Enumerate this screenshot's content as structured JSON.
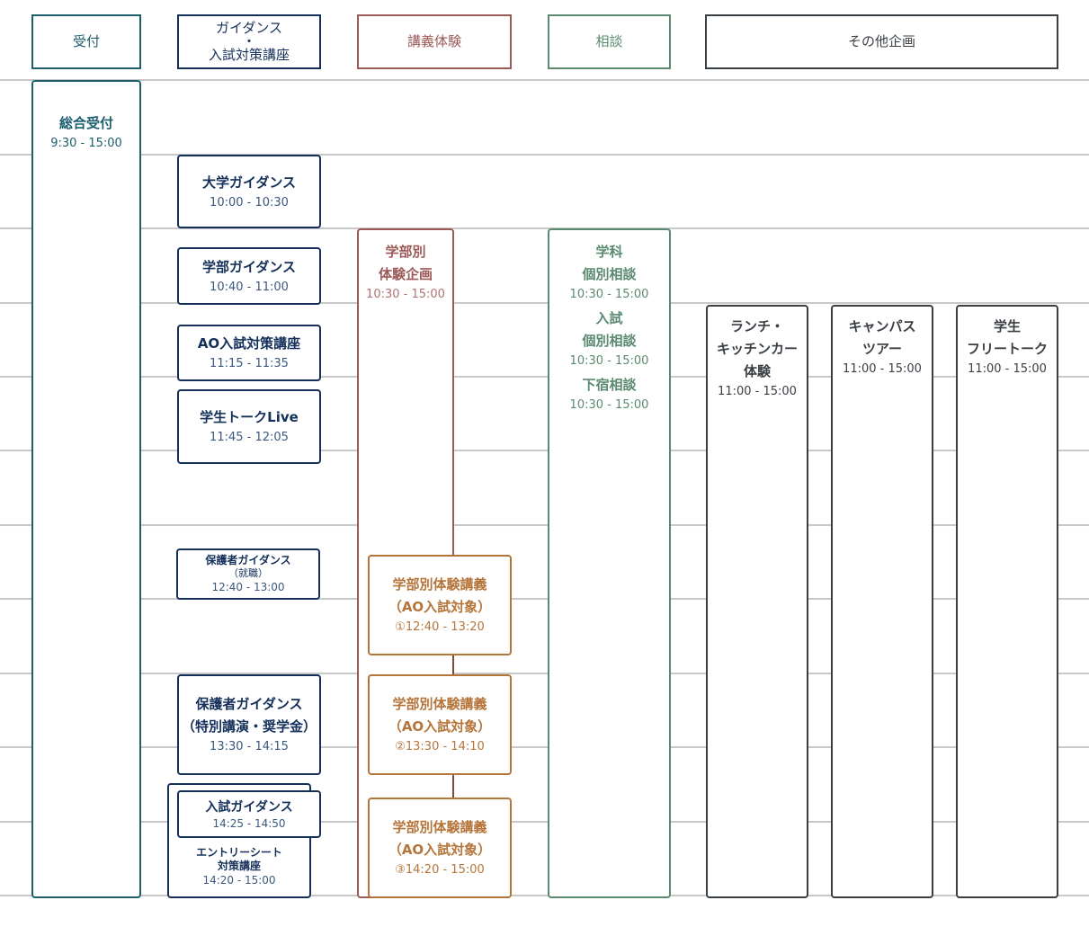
{
  "headers": {
    "reception": "受付",
    "guidance_line1": "ガイダンス",
    "guidance_line2": "・",
    "guidance_line3": "入試対策講座",
    "lecture": "講義体験",
    "consult": "相談",
    "other": "その他企画"
  },
  "reception": {
    "title": "総合受付",
    "time": "9:30 - 15:00"
  },
  "guidance": {
    "univ": {
      "title": "大学ガイダンス",
      "time": "10:00 - 10:30"
    },
    "faculty": {
      "title": "学部ガイダンス",
      "time": "10:40 - 11:00"
    },
    "ao": {
      "title": "AO入試対策講座",
      "time": "11:15 - 11:35"
    },
    "talk": {
      "title": "学生トークLive",
      "time": "11:45 - 12:05"
    },
    "parent_job": {
      "title": "保護者ガイダンス",
      "sub": "（就職）",
      "time": "12:40 - 13:00"
    },
    "parent_sp": {
      "title": "保護者ガイダンス",
      "sub": "（特別講演・奨学金）",
      "time": "13:30 - 14:15"
    },
    "entrance": {
      "title": "入試ガイダンス",
      "time": "14:25 - 14:50"
    },
    "entry_sheet": {
      "title1": "エントリーシート",
      "title2": "対策講座",
      "time": "14:20 - 15:00"
    }
  },
  "lecture": {
    "main": {
      "line1": "学部別",
      "line2": "体験企画",
      "time": "10:30 - 15:00"
    },
    "ao1": {
      "line1": "学部別体験講義",
      "line2": "（AO入試対象）",
      "time": "①12:40 - 13:20"
    },
    "ao2": {
      "line1": "学部別体験講義",
      "line2": "（AO入試対象）",
      "time": "②13:30 - 14:10"
    },
    "ao3": {
      "line1": "学部別体験講義",
      "line2": "（AO入試対象）",
      "time": "③14:20 - 15:00"
    }
  },
  "consult": {
    "dept": {
      "line1": "学科",
      "line2": "個別相談",
      "time": "10:30 - 15:00"
    },
    "exam": {
      "line1": "入試",
      "line2": "個別相談",
      "time": "10:30 - 15:00"
    },
    "lodging": {
      "line1": "下宿相談",
      "time": "10:30 - 15:00"
    }
  },
  "other": {
    "lunch": {
      "line1": "ランチ・",
      "line2": "キッチンカー",
      "line3": "体験",
      "time": "11:00 - 15:00"
    },
    "tour": {
      "line1": "キャンパス",
      "line2": "ツアー",
      "time": "11:00 - 15:00"
    },
    "free": {
      "line1": "学生",
      "line2": "フリートーク",
      "time": "11:00 - 15:00"
    }
  }
}
